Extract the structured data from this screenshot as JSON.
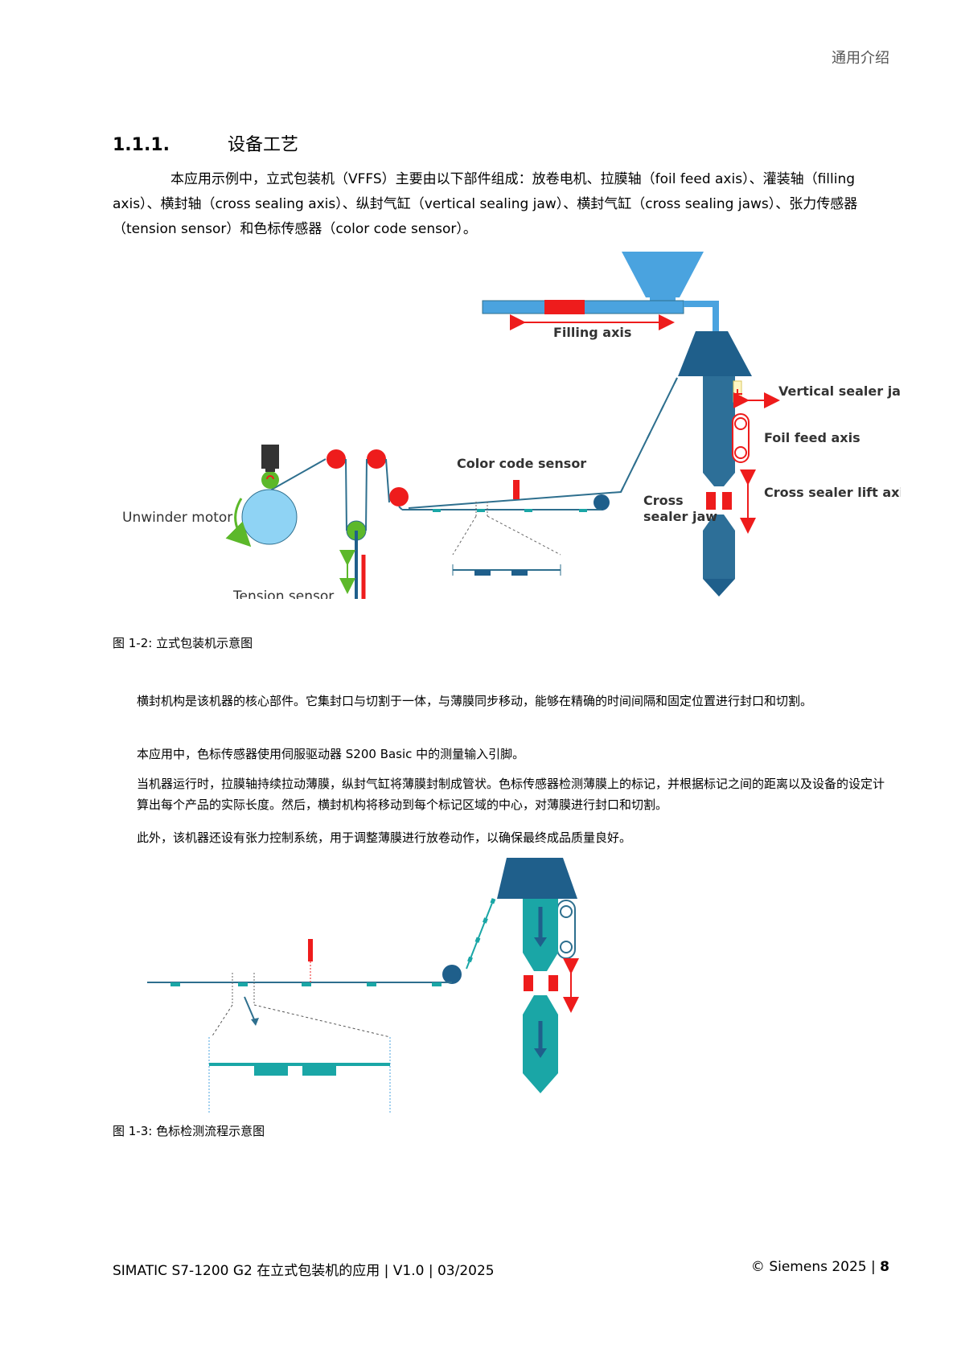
{
  "header": {
    "chapter": "通用介绍"
  },
  "section": {
    "number": "1.1.1.",
    "title": "设备工艺"
  },
  "intro_paragraph": "本应用示例中，立式包装机（VFFS）主要由以下部件组成：放卷电机、拉膜轴（foil feed axis）、灌装轴（filling axis）、横封轴（cross sealing axis）、纵封气缸（vertical sealing jaw）、横封气缸（cross sealing jaws）、张力传感器（tension sensor）和色标传感器（color code sensor）。",
  "figure1": {
    "labels": {
      "filling_axis": "Filling axis",
      "vertical_sealer_jaw": "Vertical sealer jaw",
      "foil_feed_axis": "Foil feed axis",
      "color_code_sensor": "Color code sensor",
      "cross_sealer_jaw_line1": "Cross",
      "cross_sealer_jaw_line2": "sealer jaw",
      "cross_sealer_lift_axis": "Cross sealer lift axis",
      "unwinder_motor": "Unwinder motor",
      "tension_sensor": "Tension sensor"
    },
    "caption": "图 1-2: 立式包装机示意图"
  },
  "body_paragraphs": [
    "横封机构是该机器的核心部件。它集封口与切割于一体，与薄膜同步移动，能够在精确的时间间隔和固定位置进行封口和切割。",
    "本应用中，色标传感器使用伺服驱动器 S200 Basic 中的测量输入引脚。",
    "当机器运行时，拉膜轴持续拉动薄膜，纵封气缸将薄膜封制成管状。色标传感器检测薄膜上的标记，并根据标记之间的距离以及设备的设定计算出每个产品的实际长度。然后，横封机构将移动到每个标记区域的中心，对薄膜进行封口和切割。",
    "此外，该机器还设有张力控制系统，用于调整薄膜进行放卷动作，以确保最终成品质量良好。"
  ],
  "figure2": {
    "caption": "图 1-3: 色标检测流程示意图"
  },
  "footer": {
    "document": "SIMATIC S7-1200 G2 在立式包装机的应用 | V1.0 | 03/2025",
    "copyright": "© Siemens 2025 | ",
    "page_number": "8"
  },
  "colors": {
    "machine_dark": "#1f5f8b",
    "hopper_blue": "#4aa3df",
    "sensor_red": "#ee1c1c",
    "roller_green": "#5cb82a",
    "teal": "#1aa6a6",
    "film_line": "#2e6f8e"
  }
}
